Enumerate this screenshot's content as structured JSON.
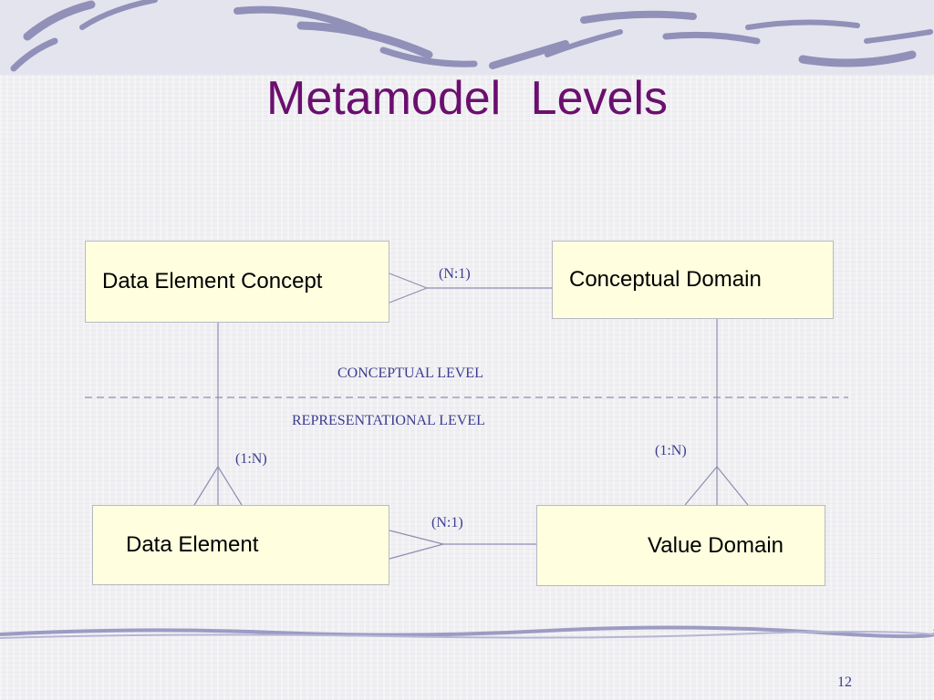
{
  "slide": {
    "title": "Metamodel   Levels",
    "page_number": "12"
  },
  "entities": {
    "data_element_concept": "Data Element Concept",
    "conceptual_domain": "Conceptual Domain",
    "data_element": "Data Element",
    "value_domain": "Value Domain"
  },
  "relations": {
    "dec_cd": "(N:1)",
    "de_vd": "(N:1)",
    "dec_de": "(1:N)",
    "cd_vd": "(1:N)"
  },
  "levels": {
    "conceptual": "CONCEPTUAL LEVEL",
    "representational": "REPRESENTATIONAL LEVEL"
  },
  "colors": {
    "title": "#6b0f6e",
    "entity_fill": "#ffffe0",
    "label": "#3b3b8f",
    "line": "#8e8eb0"
  }
}
